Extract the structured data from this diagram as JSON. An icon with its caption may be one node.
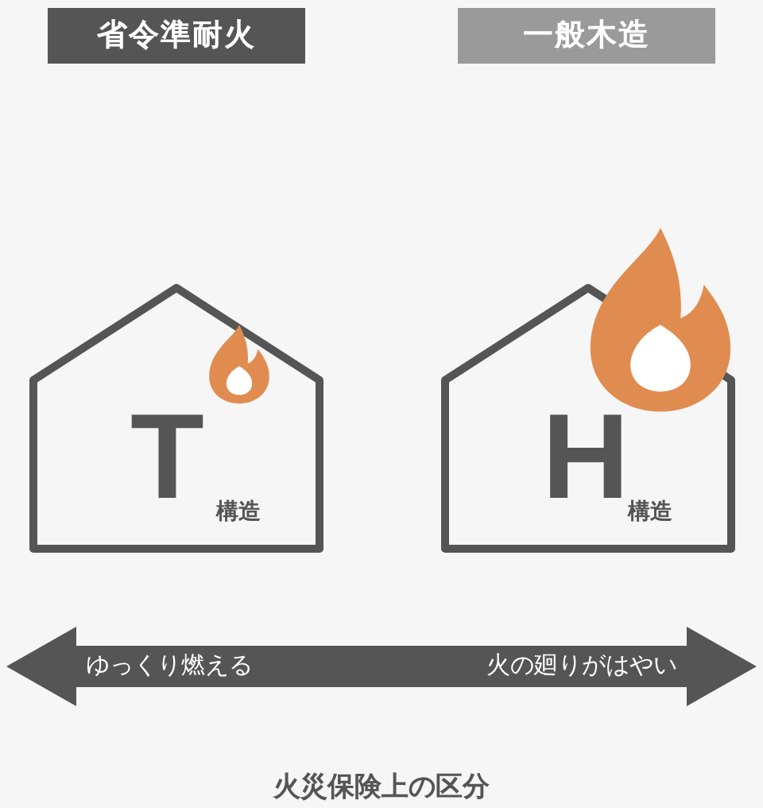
{
  "diagram": {
    "caption": "火災保険上の区分",
    "nodes": [
      {
        "text": [
          "省令準耐火"
        ]
      },
      {
        "text": [
          "一般木造"
        ]
      },
      {
        "text": [
          "T",
          "構造"
        ]
      },
      {
        "text": [
          "H",
          "構造"
        ]
      }
    ],
    "edges": [],
    "labels": [
      "ゆっくり燃える",
      "火の廻りがはやい"
    ]
  }
}
